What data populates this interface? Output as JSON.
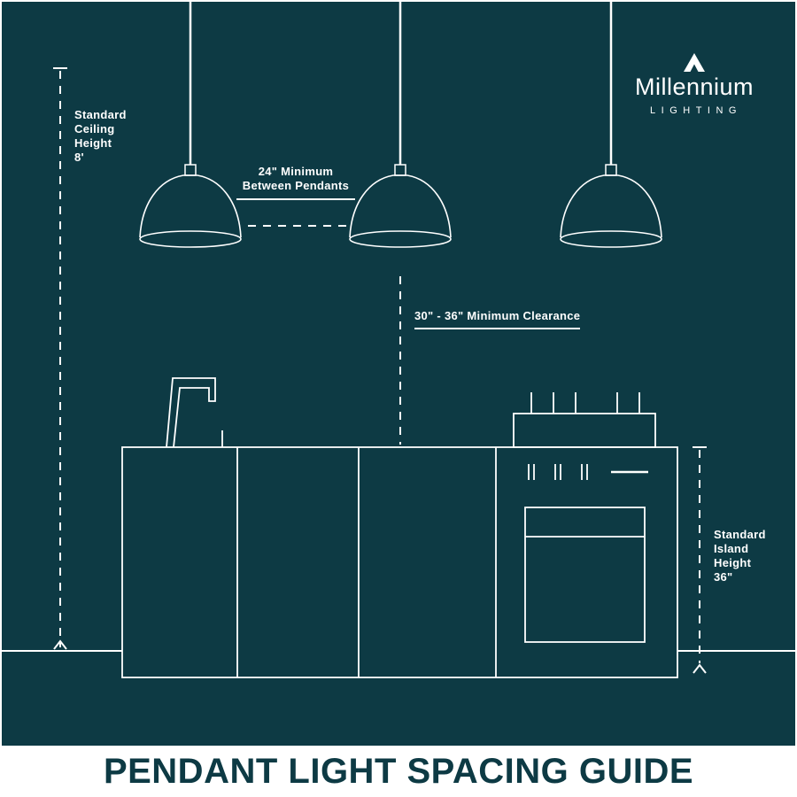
{
  "colors": {
    "background": "#0d3a44",
    "line": "#ffffff",
    "band_background": "#ffffff",
    "title_text": "#0d3a44"
  },
  "brand": {
    "name": "Millennium",
    "subtitle": "LIGHTING",
    "icon": "tent-logo-icon"
  },
  "labels": {
    "ceiling": "Standard\nCeiling\nHeight\n8'",
    "between_pendants": "24\" Minimum\nBetween Pendants",
    "clearance": "30\" - 36\" Minimum Clearance",
    "island": "Standard\nIsland\nHeight\n36\""
  },
  "title": "PENDANT LIGHT SPACING GUIDE"
}
